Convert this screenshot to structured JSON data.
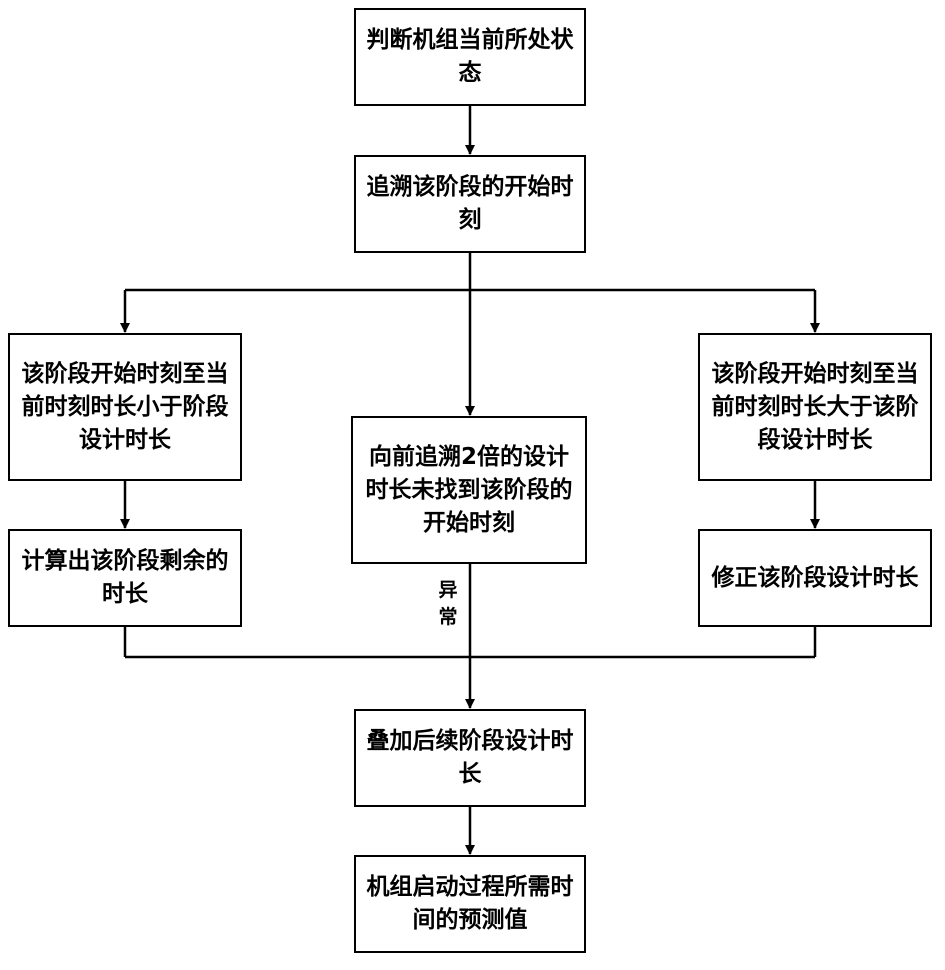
{
  "flowchart": {
    "nodes": {
      "judge_state": "判断机组当前所处状态",
      "trace_start": "追溯该阶段的开始时刻",
      "less_than_design": "该阶段开始时刻至当前时刻时长小于阶段设计时长",
      "not_found": "向前追溯2倍的设计时长未找到该阶段的开始时刻",
      "greater_than_design": "该阶段开始时刻至当前时刻时长大于该阶段设计时长",
      "compute_remaining": "计算出该阶段剩余的时长",
      "correct_duration": "修正该阶段设计时长",
      "add_subsequent": "叠加后续阶段设计时长",
      "prediction": "机组启动过程所需时间的预测值"
    },
    "edge_labels": {
      "abnormal": "异常"
    }
  }
}
